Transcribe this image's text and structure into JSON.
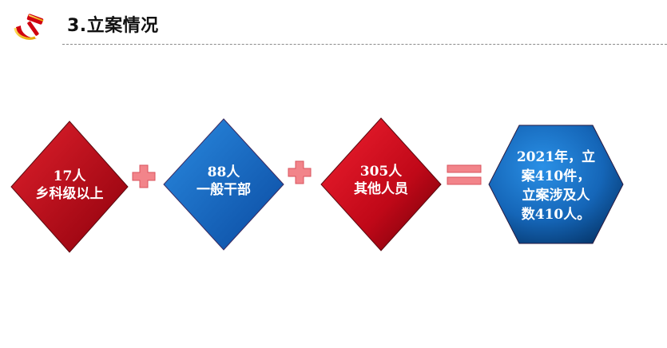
{
  "header": {
    "title": "3.立案情况"
  },
  "colors": {
    "red_dark": "#a30010",
    "red_light": "#e0202c",
    "blue_dark": "#003a8c",
    "blue_light": "#1e7fd6",
    "operator": "#f2848a",
    "logo_gold": "#f7c21a",
    "logo_red": "#d00010"
  },
  "boxes": [
    {
      "line1": "17人",
      "line2": "乡科级以上",
      "color": "red"
    },
    {
      "line1": "88人",
      "line2": "一般干部",
      "color": "blue"
    },
    {
      "line1": "305人",
      "line2": "其他人员",
      "color": "red"
    }
  ],
  "operators": [
    "plus-icon",
    "plus-icon",
    "equals-icon"
  ],
  "result": {
    "lines": [
      "2021年，立",
      "案410件，",
      "立案涉及人",
      "数410人。"
    ]
  }
}
